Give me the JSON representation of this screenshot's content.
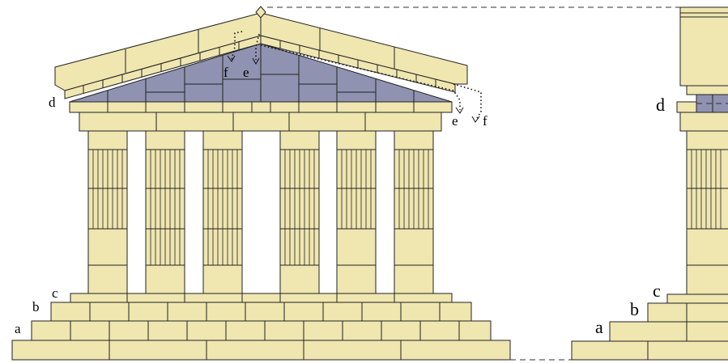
{
  "labels": {
    "a": "a",
    "b": "b",
    "c": "c",
    "d": "d",
    "e1": "e",
    "f1": "f",
    "e2": "e",
    "f2": "f",
    "side_a": "a",
    "side_b": "b",
    "side_c": "c",
    "side_d": "d"
  },
  "colors": {
    "stone": "#efe6b0",
    "tympanum": "#8f92b0",
    "outline": "#222222"
  },
  "icons": {
    "apex": "diamond-marker-icon"
  }
}
